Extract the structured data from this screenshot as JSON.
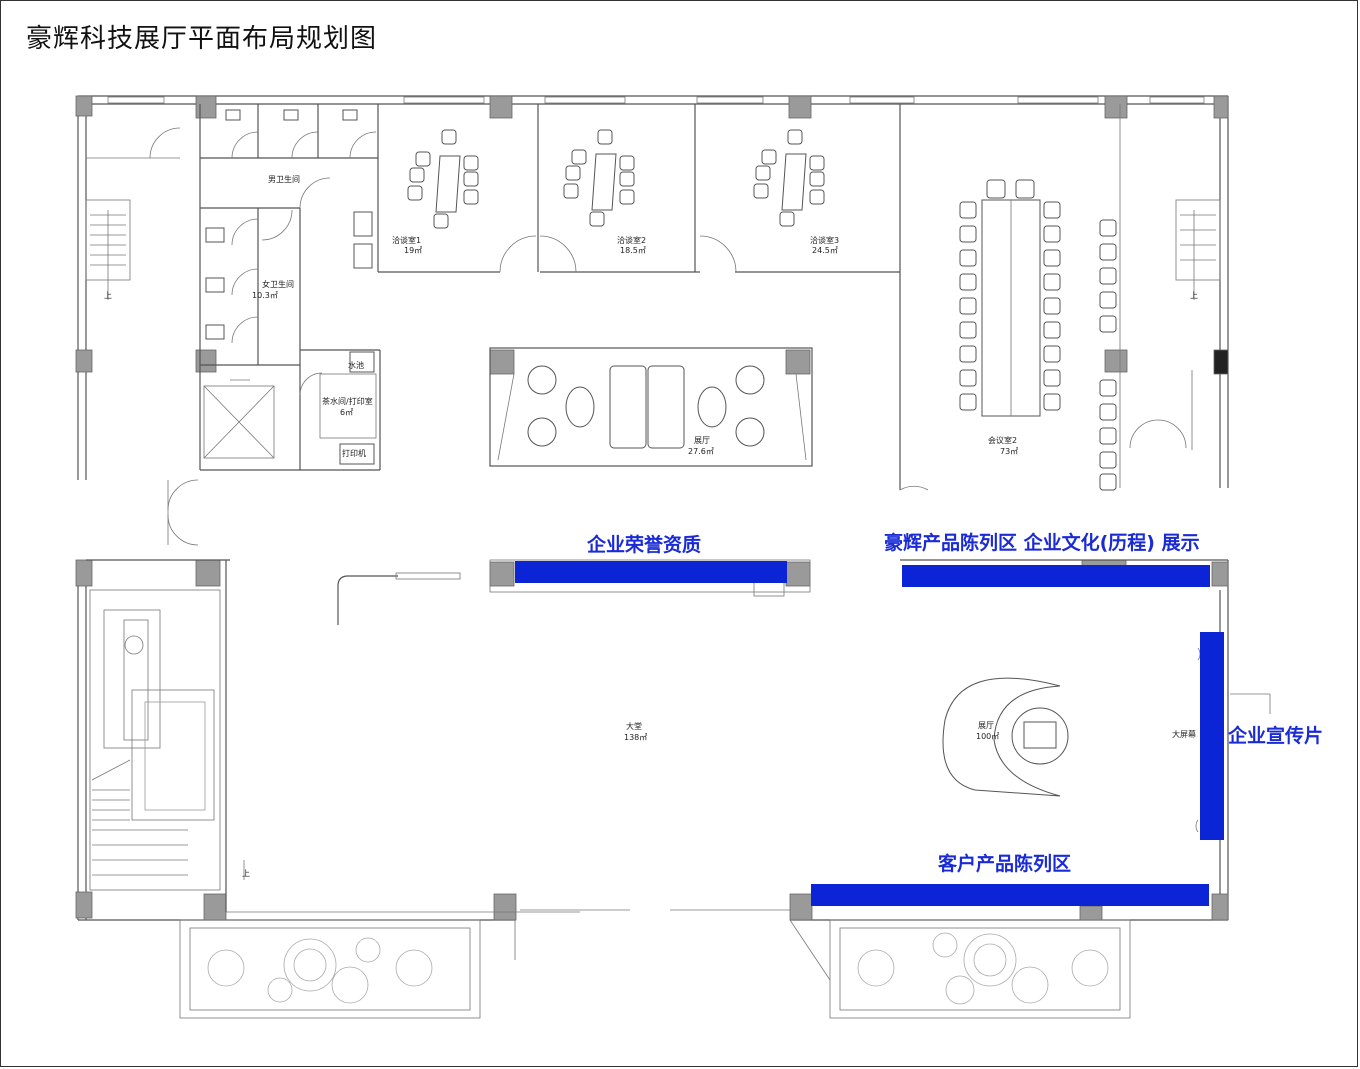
{
  "title": "豪辉科技展厅平面布局规划图",
  "rooms": {
    "men_wc": "男卫生间",
    "women_wc": "女卫生间",
    "women_wc_area": "10.3㎡",
    "tea_room": "茶水间/打印室",
    "tea_room_area": "6㎡",
    "sink": "水池",
    "printer": "打印机",
    "meeting1": "洽谈室1",
    "meeting1_area": "19㎡",
    "meeting2": "洽谈室2",
    "meeting2_area": "18.5㎡",
    "meeting3": "洽谈室3",
    "meeting3_area": "24.5㎡",
    "hall_small": "展厅",
    "hall_small_area": "27.6㎡",
    "conference2": "会议室2",
    "conference2_area": "73㎡",
    "lobby": "大堂",
    "lobby_area": "138㎡",
    "hall_round": "展厅",
    "hall_round_area": "100㎡",
    "big_screen": "大屏幕",
    "stair_up": "上"
  },
  "zones": {
    "honor": "企业荣誉资质",
    "products_culture": "豪辉产品陈列区 企业文化(历程) 展示",
    "video": "企业宣传片",
    "customer_products": "客户产品陈列区"
  },
  "colors": {
    "accent_blue": "#0a24d6",
    "wall_gray": "#555555",
    "column_gray": "#9a9a9a"
  }
}
